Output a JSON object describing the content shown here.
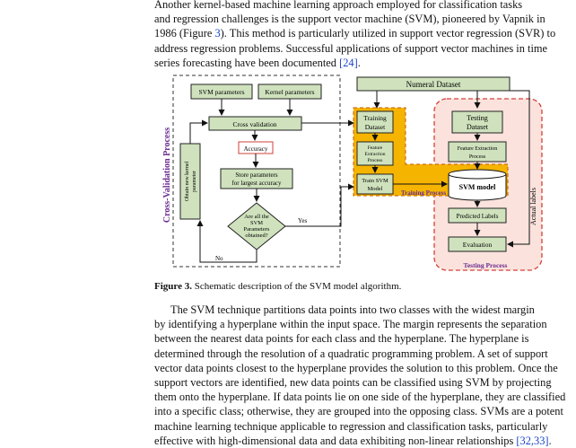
{
  "para1": {
    "lines": [
      "Another kernel-based machine learning approach employed for classification tasks",
      "and regression challenges is the support vector machine (SVM), pioneered by Vapnik in",
      "1986 (Figure ",
      "address regression problems. Successful applications of support vector machines in time",
      "series forecasting have been documented "
    ],
    "fig_ref": "3",
    "line3_rest": "). This method is particularly utilized in support vector regression (SVR) to",
    "cite": "[24]",
    "end": "."
  },
  "diagram": {
    "numerical_dataset": "Numeral Dataset",
    "svm_parameters": "SVM parameters",
    "kernel_parameters": "Kernel parameters",
    "cross_validation": "Cross validation",
    "accuracy": "Accuracy",
    "store_params": [
      "Store parameters",
      "for largest accuracy"
    ],
    "decision": [
      "Are all the",
      "SVM",
      "Parameters",
      "obtained?"
    ],
    "yes": "Yes",
    "no": "No",
    "obtain_kernel": [
      "Obtain new kernel",
      "parameter"
    ],
    "cv_process": "Cross-Validation Process",
    "training_dataset": [
      "Training",
      "Dataset"
    ],
    "feature_extraction_train": [
      "Feature",
      "Extraction",
      "Process"
    ],
    "train_svm": [
      "Train SVM",
      "Model"
    ],
    "training_process": "Training Process",
    "testing_dataset": [
      "Testing",
      "Dataset"
    ],
    "feature_extraction_test": [
      "Feature Extraction",
      "Process"
    ],
    "svm_model": "SVM model",
    "predicted_labels": "Predicted Labels",
    "evaluation": "Evaluation",
    "actual_labels": "Actual labels",
    "testing_process": "Testing Process",
    "colors": {
      "box_green": "#cfe2bd",
      "orange": "#f5b400",
      "pink_bg": "#fbe2dc",
      "red_dash": "#d2423a",
      "purple": "#6b2c91"
    }
  },
  "caption": {
    "label": "Figure 3.",
    "text": " Schematic description of the SVM model algorithm."
  },
  "para2": {
    "lines": [
      "The SVM technique partitions data points into two classes with the widest margin",
      "by identifying a hyperplane within the input space. The margin represents the separation",
      "between the nearest data points for each class and the hyperplane. The hyperplane is",
      "determined through the resolution of a quadratic programming problem. A set of support",
      "vector data points closest to the hyperplane provides the solution to this problem. Once the",
      "support vectors are identified, new data points can be classified using SVM by projecting",
      "them onto the hyperplane. If data points lie on one side of the hyperplane, they are classified",
      "into a specific class; otherwise, they are grouped into the opposing class. SVMs are a potent",
      "machine learning technique applicable to regression and classification tasks, particularly",
      "effective with high-dimensional data and data exhibiting non-linear relationships "
    ],
    "cite": "[32,33]",
    "end": "."
  }
}
